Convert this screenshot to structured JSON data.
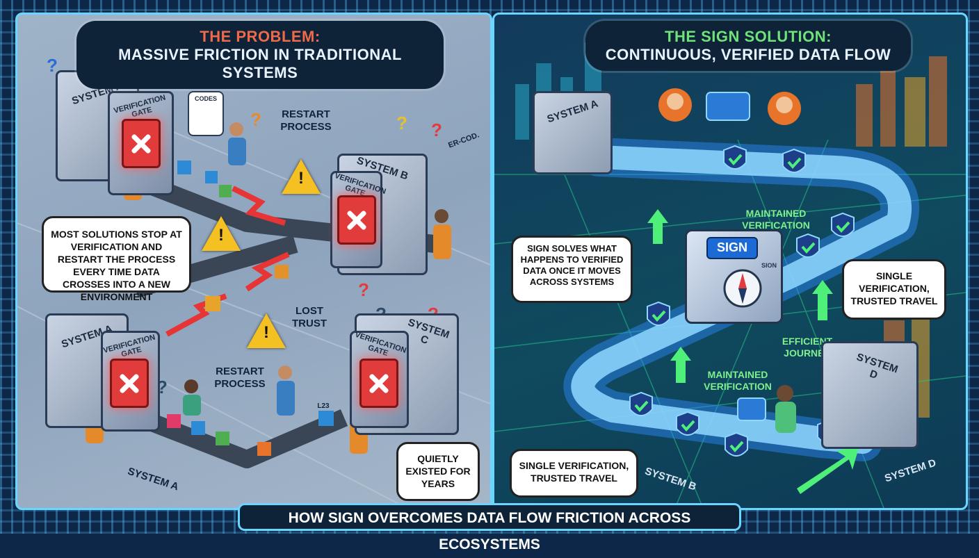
{
  "left_panel": {
    "title_line1": "THE PROBLEM:",
    "title_line2": "MASSIVE FRICTION IN TRADITIONAL SYSTEMS",
    "system_a_top": "SYSTEM A",
    "gate_top": "VERIFICATION GATE",
    "codes_note": "CODES",
    "restart_top": "RESTART PROCESS",
    "er_code": "ER-COD.",
    "system_b": "SYSTEM B",
    "gate_b": "VERIFICATION GATE",
    "bubble_main": "MOST SOLUTIONS STOP AT VERIFICATION AND RESTART THE PROCESS EVERY TIME DATA CROSSES INTO A NEW ENVIRONMENT",
    "lost_trust": "LOST TRUST",
    "restart_bottom": "RESTART PROCESS",
    "system_a_mid": "SYSTEM A",
    "gate_mid": "VERIFICATION GATE",
    "system_c": "SYSTEM C",
    "gate_c": "VERIFICATION GATE",
    "l23": "L23",
    "system_a_floor": "SYSTEM A",
    "bubble_quiet": "QUIETLY EXISTED FOR YEARS"
  },
  "right_panel": {
    "title_line1": "THE SIGN SOLUTION:",
    "title_line2": "CONTINUOUS, VERIFIED DATA FLOW",
    "system_a": "SYSTEM A",
    "maintained_top": "MAINTAINED VERIFICATION",
    "bubble_sign": "SIGN SOLVES WHAT HAPPENS TO VERIFIED DATA ONCE IT MOVES ACROSS SYSTEMS",
    "sign_label": "SIGN",
    "sign_small": "SION",
    "bubble_single_top": "SINGLE VERIFICATION, TRUSTED TRAVEL",
    "efficient": "EFFICIENT JOURNEY",
    "maintained_bottom": "MAINTAINED VERIFICATION",
    "system_d_box": "SYSTEM D",
    "bubble_single_bottom": "SINGLE VERIFICATION, TRUSTED TRAVEL",
    "system_b_floor": "SYSTEM B",
    "system_d_floor": "SYSTEM D"
  },
  "footer": {
    "banner": "HOW SIGN OVERCOMES DATA FLOW FRICTION ACROSS ECOSYSTEMS"
  },
  "colors": {
    "problem_accent": "#f06a4a",
    "solution_accent": "#6fe27a",
    "pipe": "#5fb8ff",
    "gate_red": "#e23b3b",
    "warning_yellow": "#f5c021"
  }
}
